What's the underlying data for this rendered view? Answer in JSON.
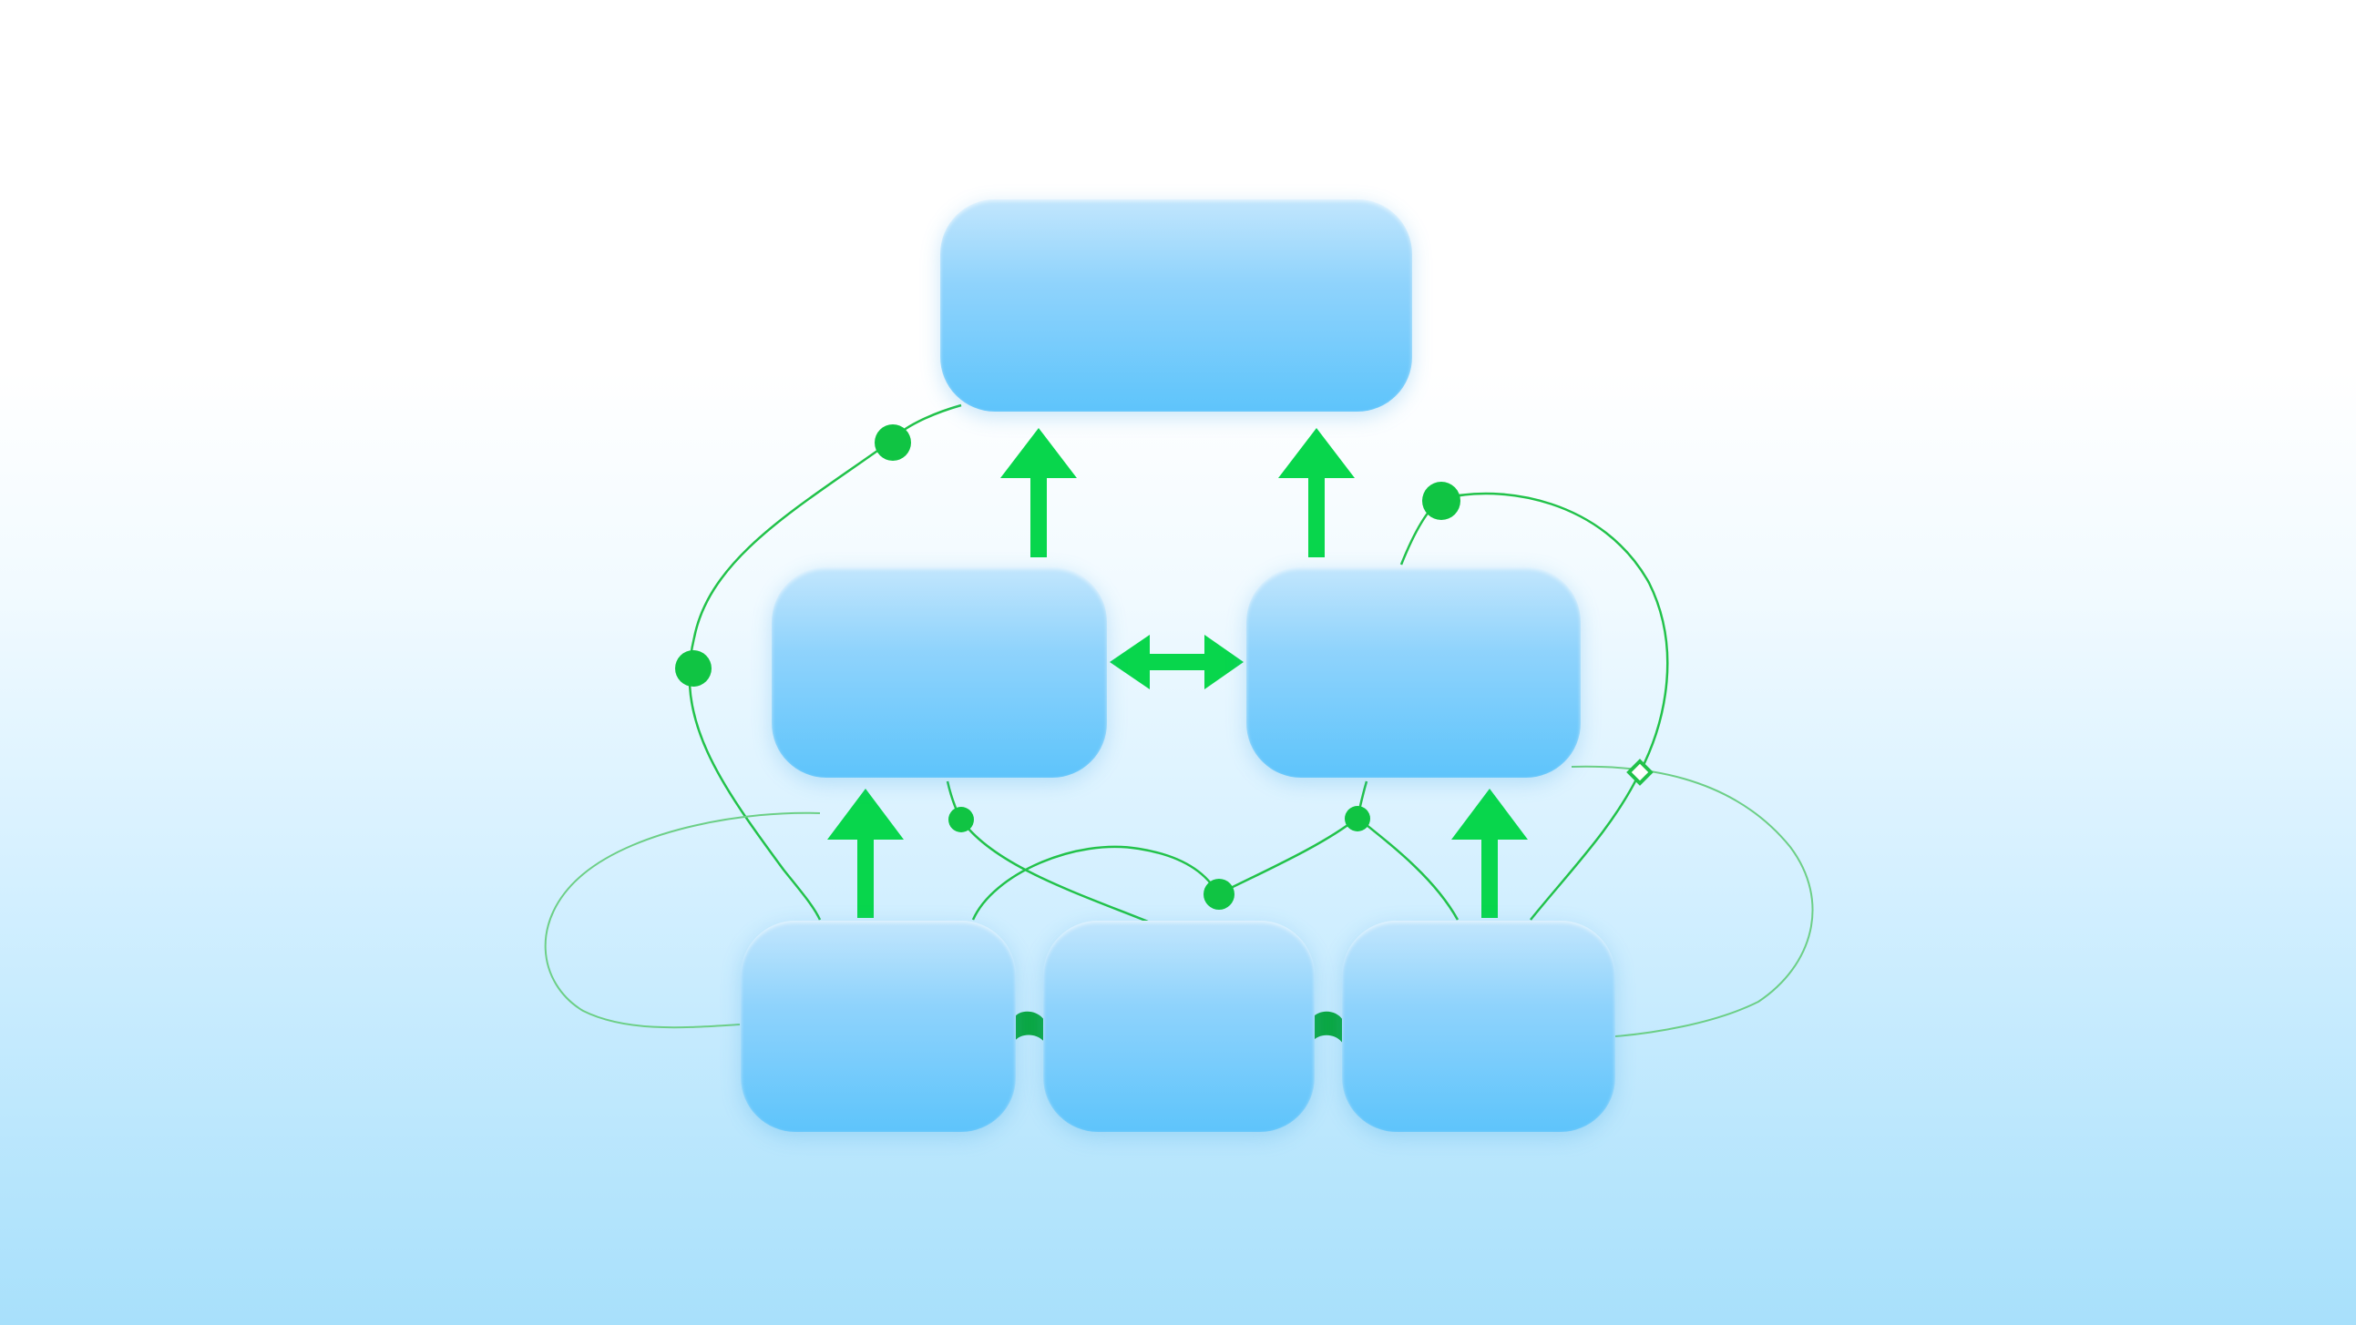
{
  "diagram": {
    "background_top": "#ffffff",
    "background_bottom": "#a8e0fb",
    "node_color": "#5ec4fb",
    "arrow_color": "#00d54a",
    "connector_color": "#1fbf44",
    "nodes": [
      {
        "id": "top",
        "label": ""
      },
      {
        "id": "mid-left",
        "label": ""
      },
      {
        "id": "mid-right",
        "label": ""
      },
      {
        "id": "bottom-left",
        "label": ""
      },
      {
        "id": "bottom-center",
        "label": ""
      },
      {
        "id": "bottom-right",
        "label": ""
      }
    ],
    "edges": [
      {
        "from": "mid-left",
        "to": "top",
        "type": "arrow-up"
      },
      {
        "from": "mid-right",
        "to": "top",
        "type": "arrow-up"
      },
      {
        "from": "mid-left",
        "to": "mid-right",
        "type": "double-arrow"
      },
      {
        "from": "bottom-left",
        "to": "mid-left",
        "type": "arrow-up"
      },
      {
        "from": "bottom-right",
        "to": "mid-right",
        "type": "arrow-up"
      },
      {
        "from": "bottom-left",
        "to": "bottom-center",
        "type": "link"
      },
      {
        "from": "bottom-center",
        "to": "bottom-right",
        "type": "link"
      }
    ]
  }
}
